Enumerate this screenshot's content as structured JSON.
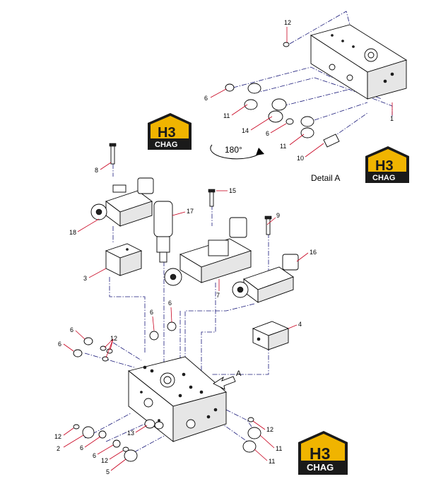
{
  "detail_label": "Detail A",
  "rotation_label": "180°",
  "view_marker": "A",
  "logo": {
    "mark": "H3",
    "caption": "CHAG",
    "accent_color": "#f0b400",
    "dark_color": "#1a1a1a"
  },
  "callouts": {
    "p1": "1",
    "p2": "2",
    "p3": "3",
    "p4": "4",
    "p5": "5",
    "p6a": "6",
    "p6b": "6",
    "p6c": "6",
    "p6d": "6",
    "p6e": "6",
    "p6f": "6",
    "p6g": "6",
    "p6h": "6",
    "p7": "7",
    "p8": "8",
    "p9": "9",
    "p10": "10",
    "p11a": "11",
    "p11b": "11",
    "p11c": "11",
    "p11d": "11",
    "p12a": "12",
    "p12b": "12",
    "p12c": "12",
    "p12d": "12",
    "p12e": "12",
    "p13": "13",
    "p14": "14",
    "p15": "15",
    "p16": "16",
    "p17": "17",
    "p18": "18"
  }
}
